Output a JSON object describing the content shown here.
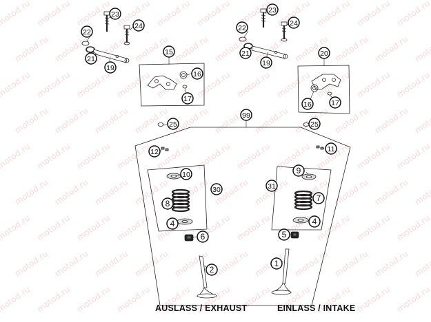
{
  "diagram": {
    "watermark": "motod.ru",
    "captions": {
      "exhaust": "AUSLASS / EXHAUST",
      "intake": "EINLASS / INTAKE"
    },
    "callouts": [
      {
        "id": "c23a",
        "label": "23"
      },
      {
        "id": "c24a",
        "label": "24"
      },
      {
        "id": "c22a",
        "label": "22"
      },
      {
        "id": "c21a",
        "label": "21"
      },
      {
        "id": "c19a",
        "label": "19"
      },
      {
        "id": "c15",
        "label": "15"
      },
      {
        "id": "c16a",
        "label": "16"
      },
      {
        "id": "c17a",
        "label": "17"
      },
      {
        "id": "c23b",
        "label": "23"
      },
      {
        "id": "c24b",
        "label": "24"
      },
      {
        "id": "c22b",
        "label": "22"
      },
      {
        "id": "c21b",
        "label": "21"
      },
      {
        "id": "c19b",
        "label": "19"
      },
      {
        "id": "c20",
        "label": "20"
      },
      {
        "id": "c16b",
        "label": "16"
      },
      {
        "id": "c17b",
        "label": "17"
      },
      {
        "id": "c25a",
        "label": "25"
      },
      {
        "id": "c99",
        "label": "99"
      },
      {
        "id": "c25b",
        "label": "25"
      },
      {
        "id": "c12",
        "label": "12"
      },
      {
        "id": "c11",
        "label": "11"
      },
      {
        "id": "c10",
        "label": "10"
      },
      {
        "id": "c30",
        "label": "30"
      },
      {
        "id": "c8",
        "label": "8"
      },
      {
        "id": "c4a",
        "label": "4"
      },
      {
        "id": "c6",
        "label": "6"
      },
      {
        "id": "c2",
        "label": "2"
      },
      {
        "id": "c9",
        "label": "9"
      },
      {
        "id": "c31",
        "label": "31"
      },
      {
        "id": "c7",
        "label": "7"
      },
      {
        "id": "c4b",
        "label": "4"
      },
      {
        "id": "c5",
        "label": "5"
      },
      {
        "id": "c1",
        "label": "1"
      }
    ]
  }
}
